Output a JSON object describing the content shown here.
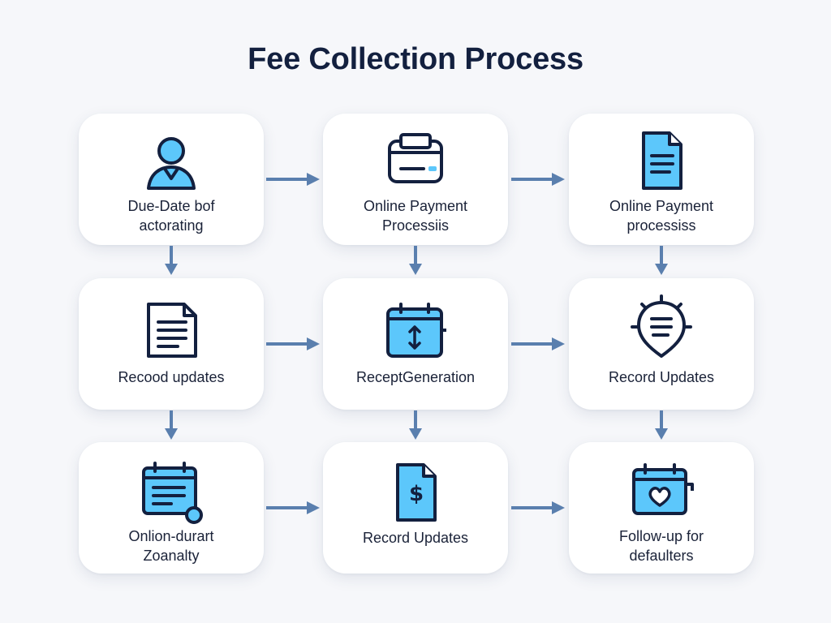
{
  "diagram": {
    "title": "Fee Collection Process",
    "colors": {
      "navy": "#13203f",
      "icon_fill": "#5cc7fb",
      "arrow": "#5a7fae"
    },
    "nodes": [
      {
        "label_line1": "Due-Date bof",
        "label_line2": "actorating",
        "icon": "user-icon"
      },
      {
        "label_line1": "Online Payment",
        "label_line2": "Processiis",
        "icon": "printer-icon"
      },
      {
        "label_line1": "Online Payment",
        "label_line2": "processiss",
        "icon": "document-icon"
      },
      {
        "label_line1": "Recood updates",
        "label_line2": "",
        "icon": "text-document-icon"
      },
      {
        "label_line1": "ReceptGeneration",
        "label_line2": "",
        "icon": "calendar-transfer-icon"
      },
      {
        "label_line1": "Record Updates",
        "label_line2": "",
        "icon": "bug-shield-icon"
      },
      {
        "label_line1": "Onlion-durart",
        "label_line2": "Zoanalty",
        "icon": "calendar-note-icon"
      },
      {
        "label_line1": "Record Updates",
        "label_line2": "",
        "icon": "dollar-document-icon"
      },
      {
        "label_line1": "Follow-up for",
        "label_line2": "defaulters",
        "icon": "calendar-heart-icon"
      }
    ]
  }
}
